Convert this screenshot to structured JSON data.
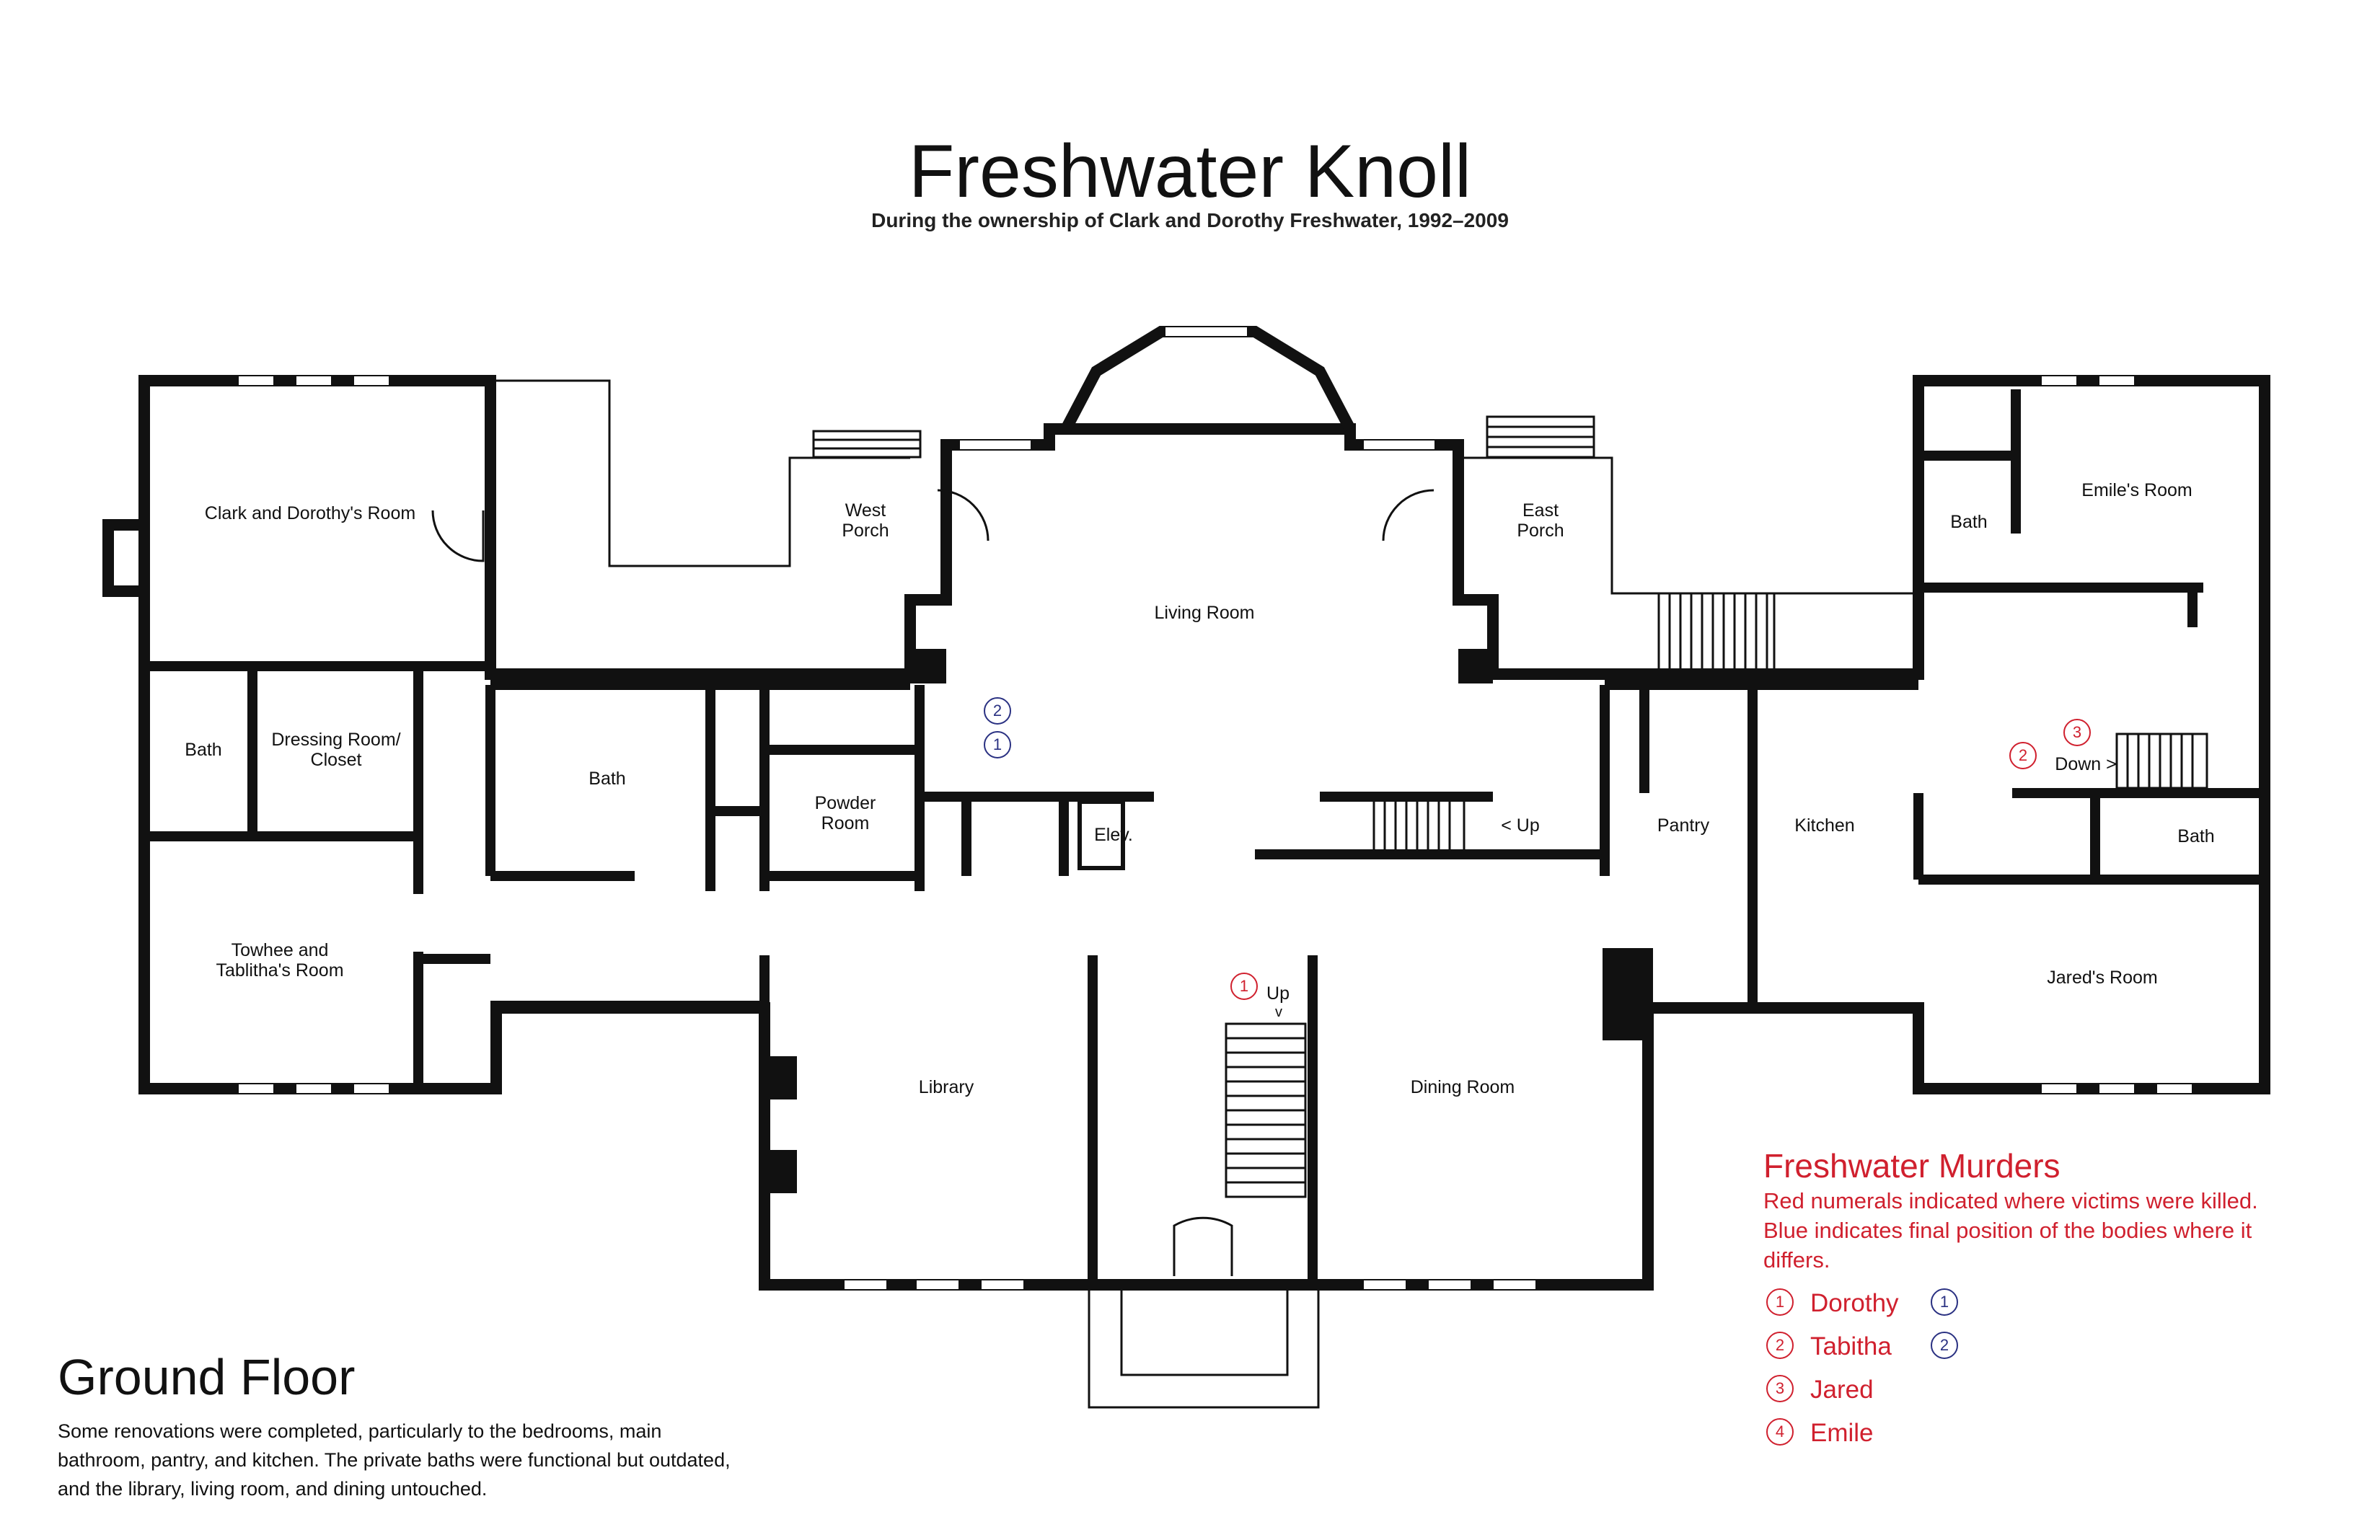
{
  "header": {
    "title": "Freshwater Knoll",
    "subtitle": "During the ownership of Clark and Dorothy Freshwater, 1992–2009"
  },
  "rooms": {
    "clark_dorothy": "Clark and Dorothy's Room",
    "bath_master": "Bath",
    "dressing_1": "Dressing Room/",
    "dressing_2": "Closet",
    "towhee_1": "Towhee and",
    "towhee_2": "Tablitha's Room",
    "bath_main": "Bath",
    "powder_1": "Powder",
    "powder_2": "Room",
    "west_porch_1": "West",
    "west_porch_2": "Porch",
    "living_room": "Living Room",
    "elevator": "Elev.",
    "east_porch_1": "East",
    "east_porch_2": "Porch",
    "stairs_up_east": "< Up",
    "pantry": "Pantry",
    "kitchen": "Kitchen",
    "bath_emile": "Bath",
    "emiles_room": "Emile's Room",
    "stairs_down": "Down >",
    "bath_jared": "Bath",
    "jareds_room": "Jared's Room",
    "library": "Library",
    "stairs_up_main": "Up",
    "stairs_up_arrow": "v",
    "dining_room": "Dining Room"
  },
  "floor": {
    "title": "Ground Floor",
    "description": "Some renovations were completed, particularly to the bedrooms, main bathroom, pantry, and kitchen. The private baths were functional but outdated, and the library, living room, and dining untouched."
  },
  "legend": {
    "title": "Freshwater Murders",
    "description": "Red numerals indicated where victims were killed. Blue indicates final position of the bodies where it differs.",
    "victims": [
      {
        "number": "1",
        "name": "Dorothy",
        "moved": true,
        "moved_number": "1"
      },
      {
        "number": "2",
        "name": "Tabitha",
        "moved": true,
        "moved_number": "2"
      },
      {
        "number": "3",
        "name": "Jared",
        "moved": false
      },
      {
        "number": "4",
        "name": "Emile",
        "moved": false
      }
    ]
  },
  "markers": [
    {
      "label": "1",
      "kind": "killed",
      "room": "stairs"
    },
    {
      "label": "2",
      "kind": "killed",
      "room": "hall near Jared's room"
    },
    {
      "label": "3",
      "kind": "killed",
      "room": "stairs down"
    },
    {
      "label": "2",
      "kind": "final-position",
      "room": "hall near living room"
    },
    {
      "label": "1",
      "kind": "final-position",
      "room": "hall near living room"
    }
  ],
  "colors": {
    "wall": "#111111",
    "killed": "#d0202e",
    "final_position": "#2a3182"
  }
}
